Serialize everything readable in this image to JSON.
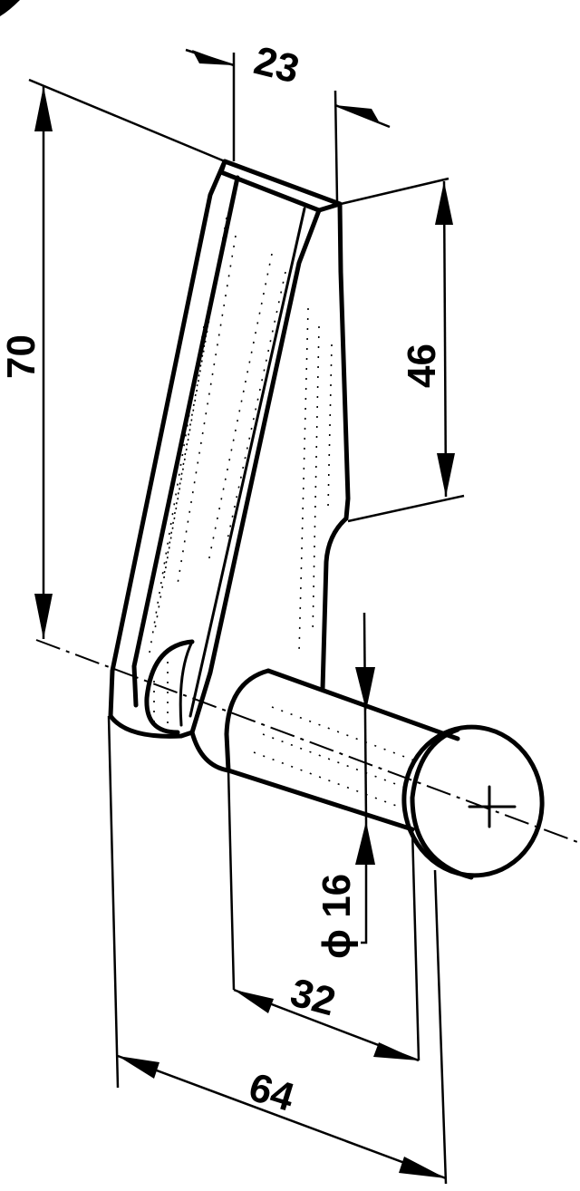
{
  "dimensions": {
    "handle_width": "23",
    "overall_height": "70",
    "arm_height": "46",
    "pin_diameter": "ϕ 16",
    "pin_length": "32",
    "overall_length": "64"
  }
}
